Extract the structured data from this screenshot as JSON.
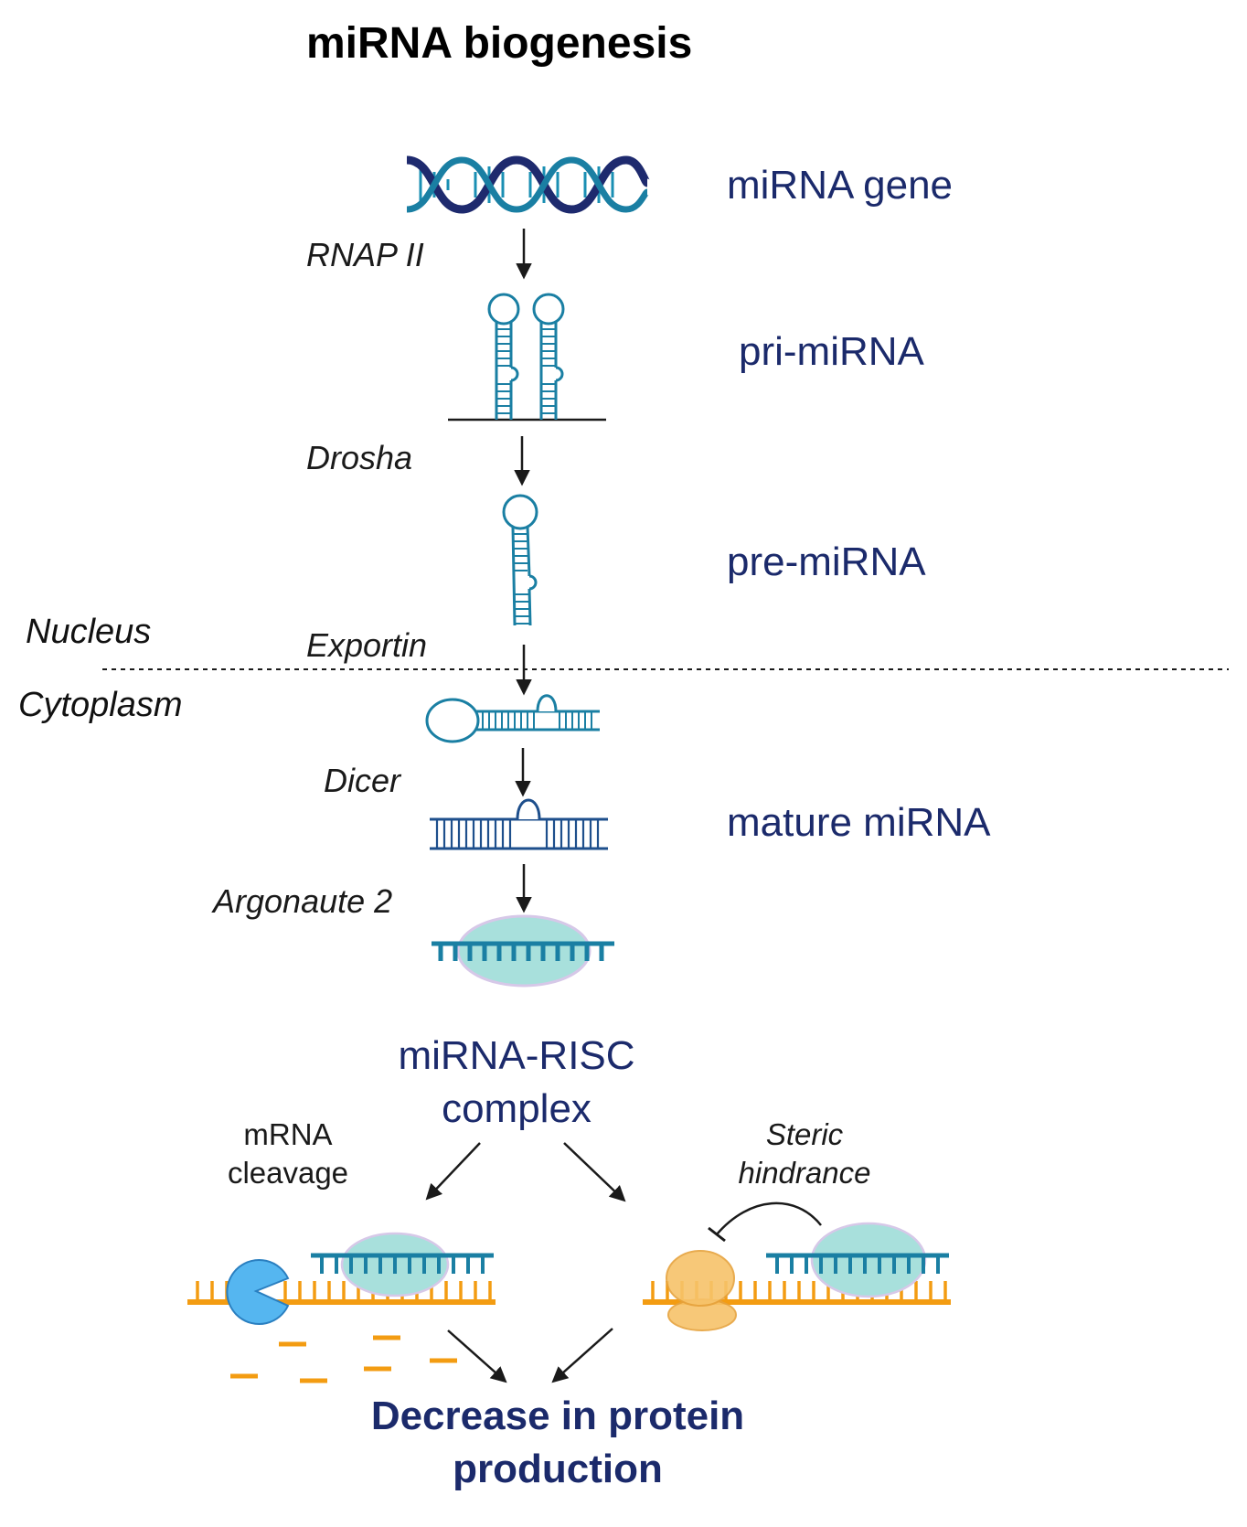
{
  "title": "miRNA biogenesis",
  "stages": {
    "gene": "miRNA gene",
    "pri": "pri-miRNA",
    "pre": "pre-miRNA",
    "mature": "mature miRNA"
  },
  "enzymes": {
    "rnap": "RNAP II",
    "drosha": "Drosha",
    "exportin": "Exportin",
    "dicer": "Dicer",
    "argonaute": "Argonaute 2"
  },
  "compartments": {
    "nucleus": "Nucleus",
    "cytoplasm": "Cytoplasm"
  },
  "complex": {
    "line1": "miRNA-RISC",
    "line2": "complex"
  },
  "mechanisms": {
    "cleavage_line1": "mRNA",
    "cleavage_line2": "cleavage",
    "steric_line1": "Steric",
    "steric_line2": "hindrance"
  },
  "result": {
    "line1": "Decrease in protein",
    "line2": "production"
  },
  "colors": {
    "dark_blue": "#1b2a6b",
    "teal": "#1a7fa3",
    "ribosome_green": "#a8e0dc",
    "mrna_orange": "#f39c12",
    "pacman_blue": "#55b6f0",
    "hindrance_orange": "#f7c36a"
  }
}
